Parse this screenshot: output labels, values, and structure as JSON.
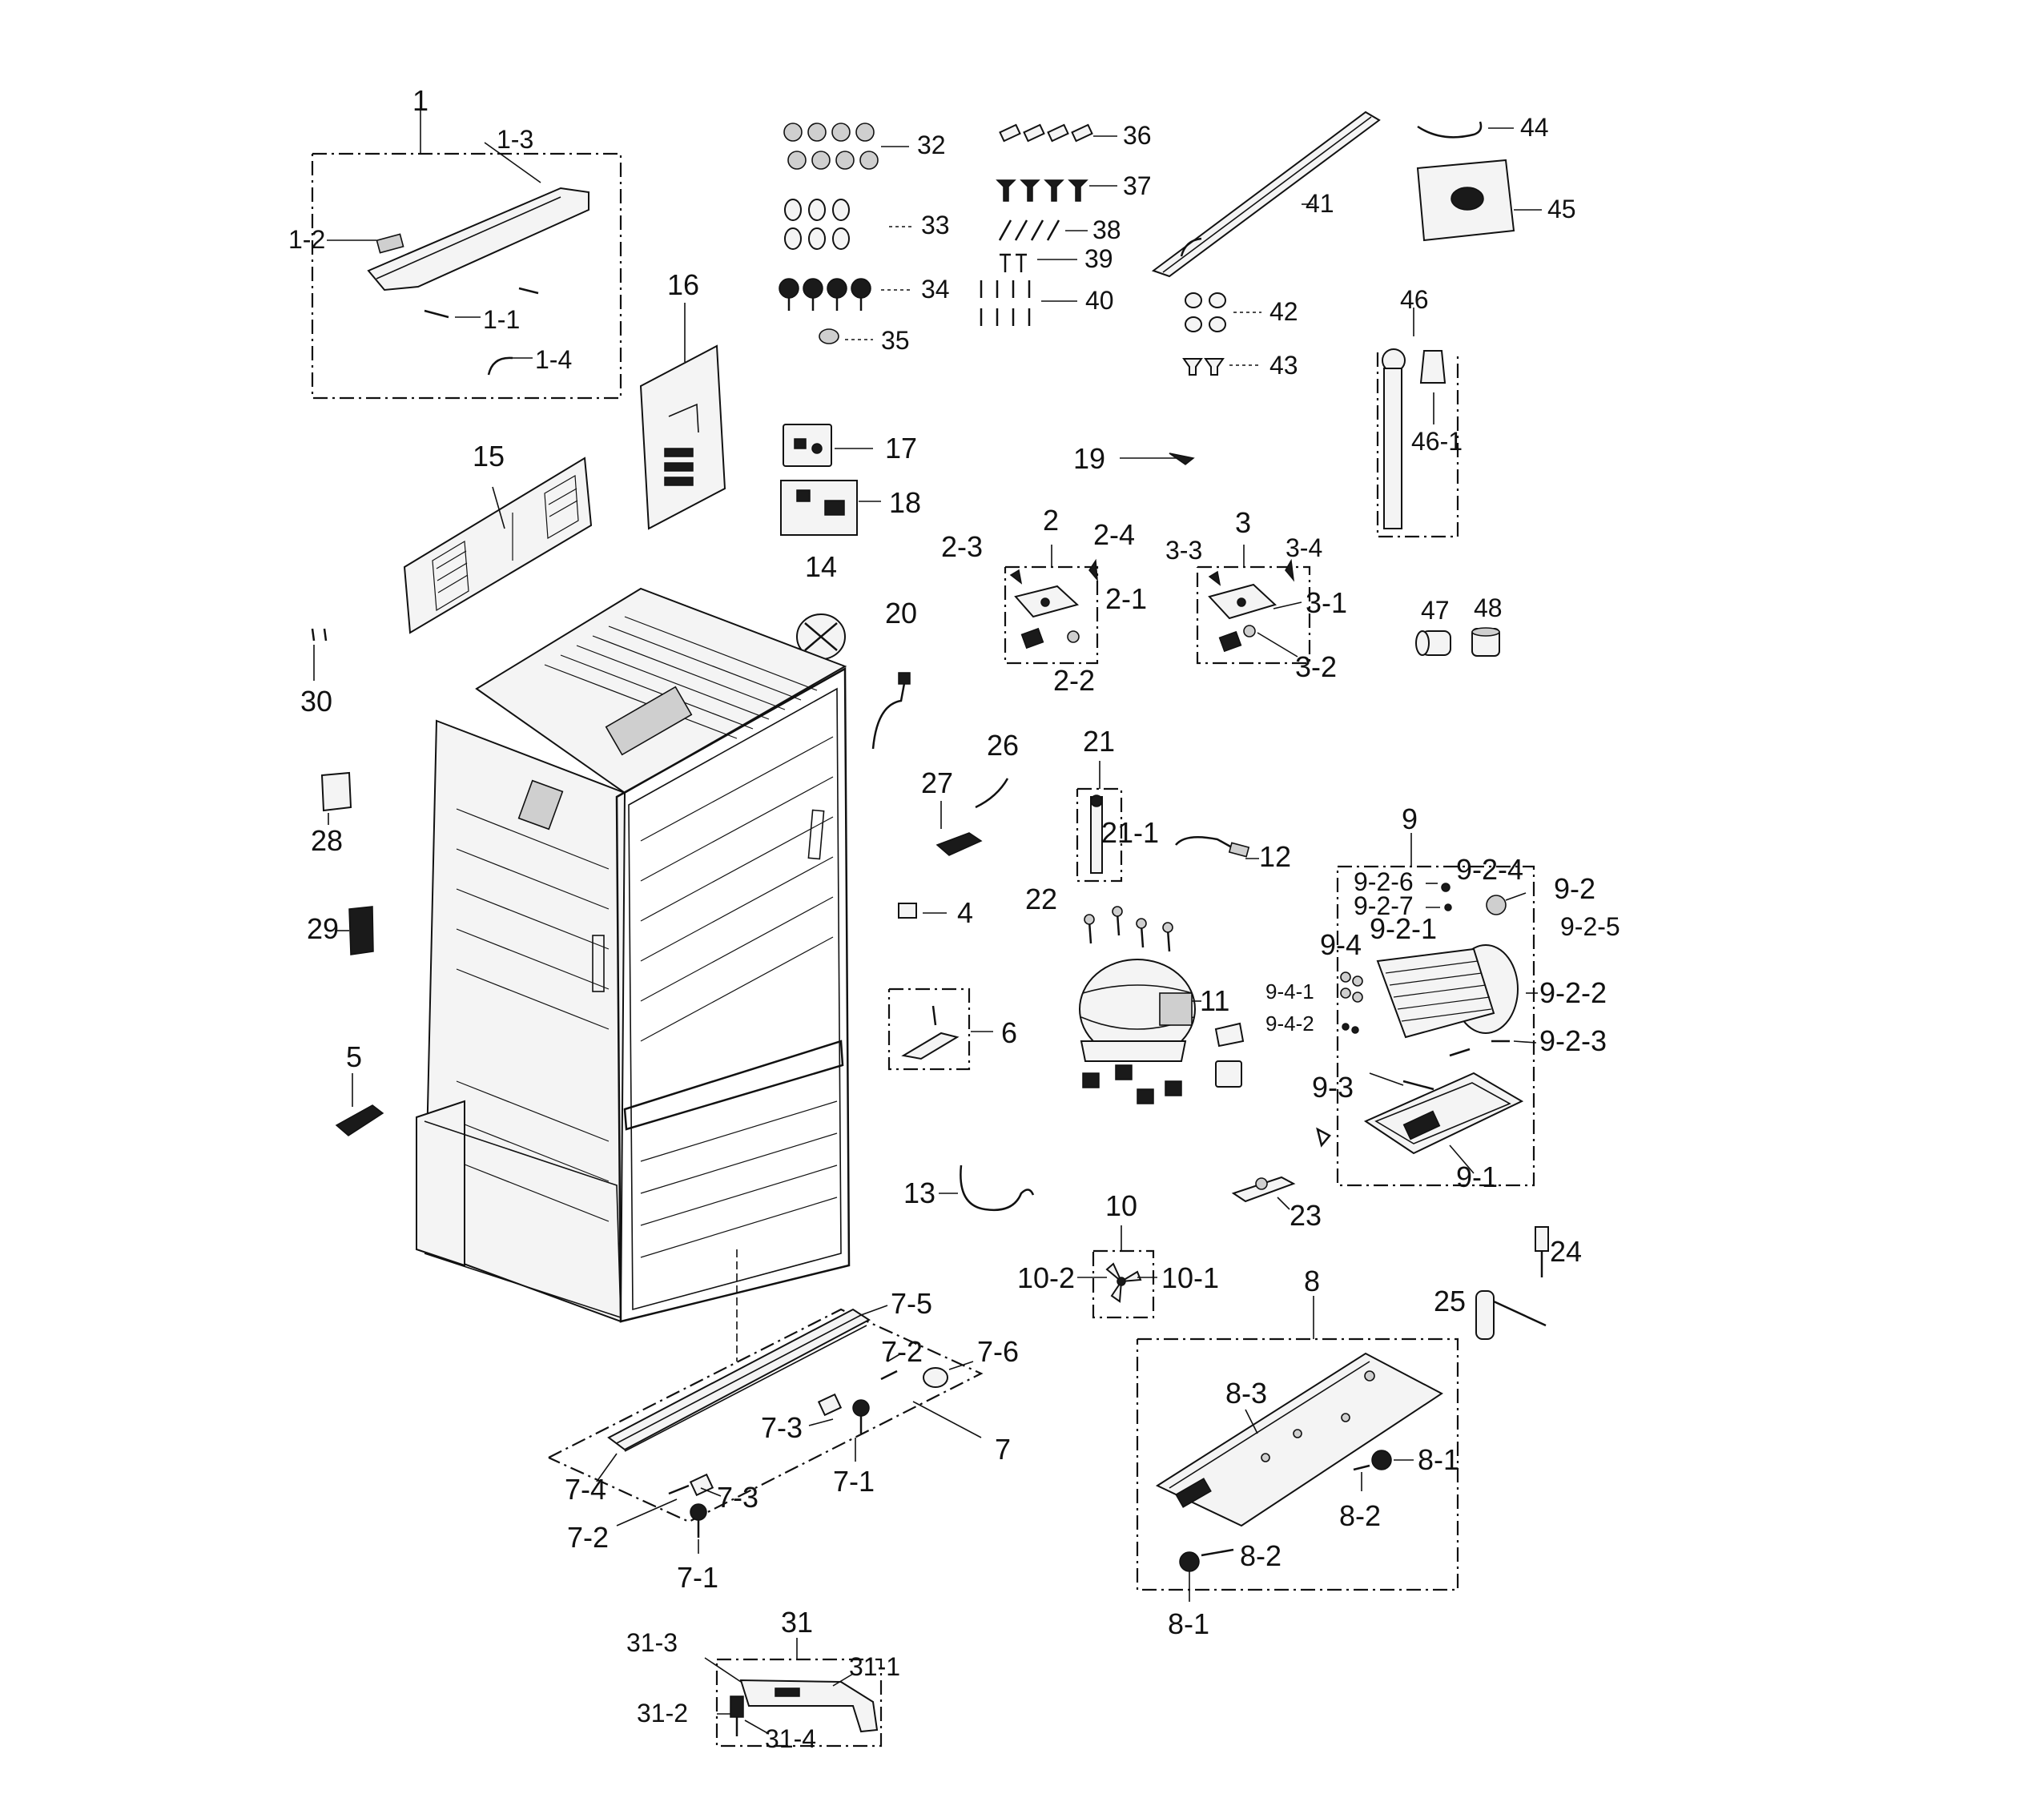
{
  "diagram": {
    "colors": {
      "ink": "#111111",
      "paper": "#ffffff",
      "shade": "#cfcfcf"
    },
    "labels": {
      "1": "1",
      "1-1": "1-1",
      "1-2": "1-2",
      "1-3": "1-3",
      "1-4": "1-4",
      "2": "2",
      "2-1": "2-1",
      "2-2": "2-2",
      "2-3": "2-3",
      "2-4": "2-4",
      "3": "3",
      "3-1": "3-1",
      "3-2": "3-2",
      "3-3": "3-3",
      "3-4": "3-4",
      "4": "4",
      "5": "5",
      "6": "6",
      "7": "7",
      "7-1a": "7-1",
      "7-1b": "7-1",
      "7-2a": "7-2",
      "7-2b": "7-2",
      "7-3a": "7-3",
      "7-3b": "7-3",
      "7-4": "7-4",
      "7-5": "7-5",
      "7-6": "7-6",
      "8": "8",
      "8-1a": "8-1",
      "8-1b": "8-1",
      "8-2a": "8-2",
      "8-2b": "8-2",
      "8-3": "8-3",
      "9": "9",
      "9-1": "9-1",
      "9-2": "9-2",
      "9-2-1": "9-2-1",
      "9-2-2": "9-2-2",
      "9-2-3": "9-2-3",
      "9-2-4": "9-2-4",
      "9-2-5": "9-2-5",
      "9-2-6": "9-2-6",
      "9-2-7": "9-2-7",
      "9-3": "9-3",
      "9-4": "9-4",
      "9-4-1": "9-4-1",
      "9-4-2": "9-4-2",
      "10": "10",
      "10-1": "10-1",
      "10-2": "10-2",
      "11": "11",
      "12": "12",
      "13": "13",
      "14": "14",
      "15": "15",
      "16": "16",
      "17": "17",
      "18": "18",
      "19": "19",
      "20": "20",
      "21": "21",
      "21-1": "21-1",
      "22": "22",
      "23": "23",
      "24": "24",
      "25": "25",
      "26": "26",
      "27": "27",
      "28": "28",
      "29": "29",
      "30": "30",
      "31": "31",
      "31-1": "31-1",
      "31-2": "31-2",
      "31-3": "31-3",
      "31-4": "31-4",
      "32": "32",
      "33": "33",
      "34": "34",
      "35": "35",
      "36": "36",
      "37": "37",
      "38": "38",
      "39": "39",
      "40": "40",
      "41": "41",
      "42": "42",
      "43": "43",
      "44": "44",
      "45": "45",
      "46": "46",
      "46-1": "46-1",
      "47": "47",
      "48": "48"
    }
  }
}
